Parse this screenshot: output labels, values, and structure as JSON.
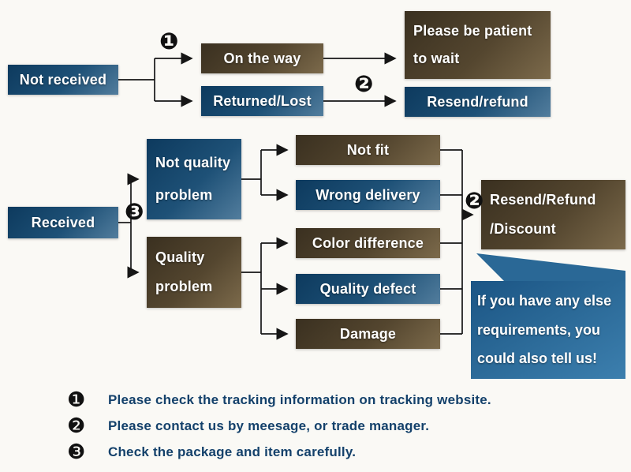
{
  "flowchart": {
    "nodes": {
      "not_received": {
        "label": "Not received"
      },
      "on_the_way": {
        "label": "On the way"
      },
      "returned_lost": {
        "label": "Returned/Lost"
      },
      "be_patient": {
        "line1": "Please be patient",
        "line2": "to wait"
      },
      "resend_refund": {
        "label": "Resend/refund"
      },
      "received": {
        "label": "Received"
      },
      "not_quality_problem": {
        "line1": "Not quality",
        "line2": "problem"
      },
      "quality_problem": {
        "line1": "Quality",
        "line2": "problem"
      },
      "not_fit": {
        "label": "Not fit"
      },
      "wrong_delivery": {
        "label": "Wrong delivery"
      },
      "color_difference": {
        "label": "Color difference"
      },
      "quality_defect": {
        "label": "Quality defect"
      },
      "damage": {
        "label": "Damage"
      },
      "resend_refund_discount": {
        "line1": "Resend/Refund",
        "line2": "/Discount"
      },
      "bubble": {
        "line1": "If you have any else",
        "line2": "requirements, you",
        "line3": "could also tell us!"
      }
    },
    "markers": {
      "one": "❶",
      "two": "❷",
      "three": "❸"
    },
    "legend": [
      {
        "marker": "❶",
        "text": "Please check the tracking information on tracking website."
      },
      {
        "marker": "❷",
        "text": "Please contact us by meesage, or trade manager."
      },
      {
        "marker": "❸",
        "text": "Check the package and item carefully."
      }
    ],
    "colors": {
      "blue_box": "#1e5177",
      "brown_box": "#54462f",
      "bubble_blue": "#2a6896",
      "legend_text": "#14416b"
    }
  }
}
